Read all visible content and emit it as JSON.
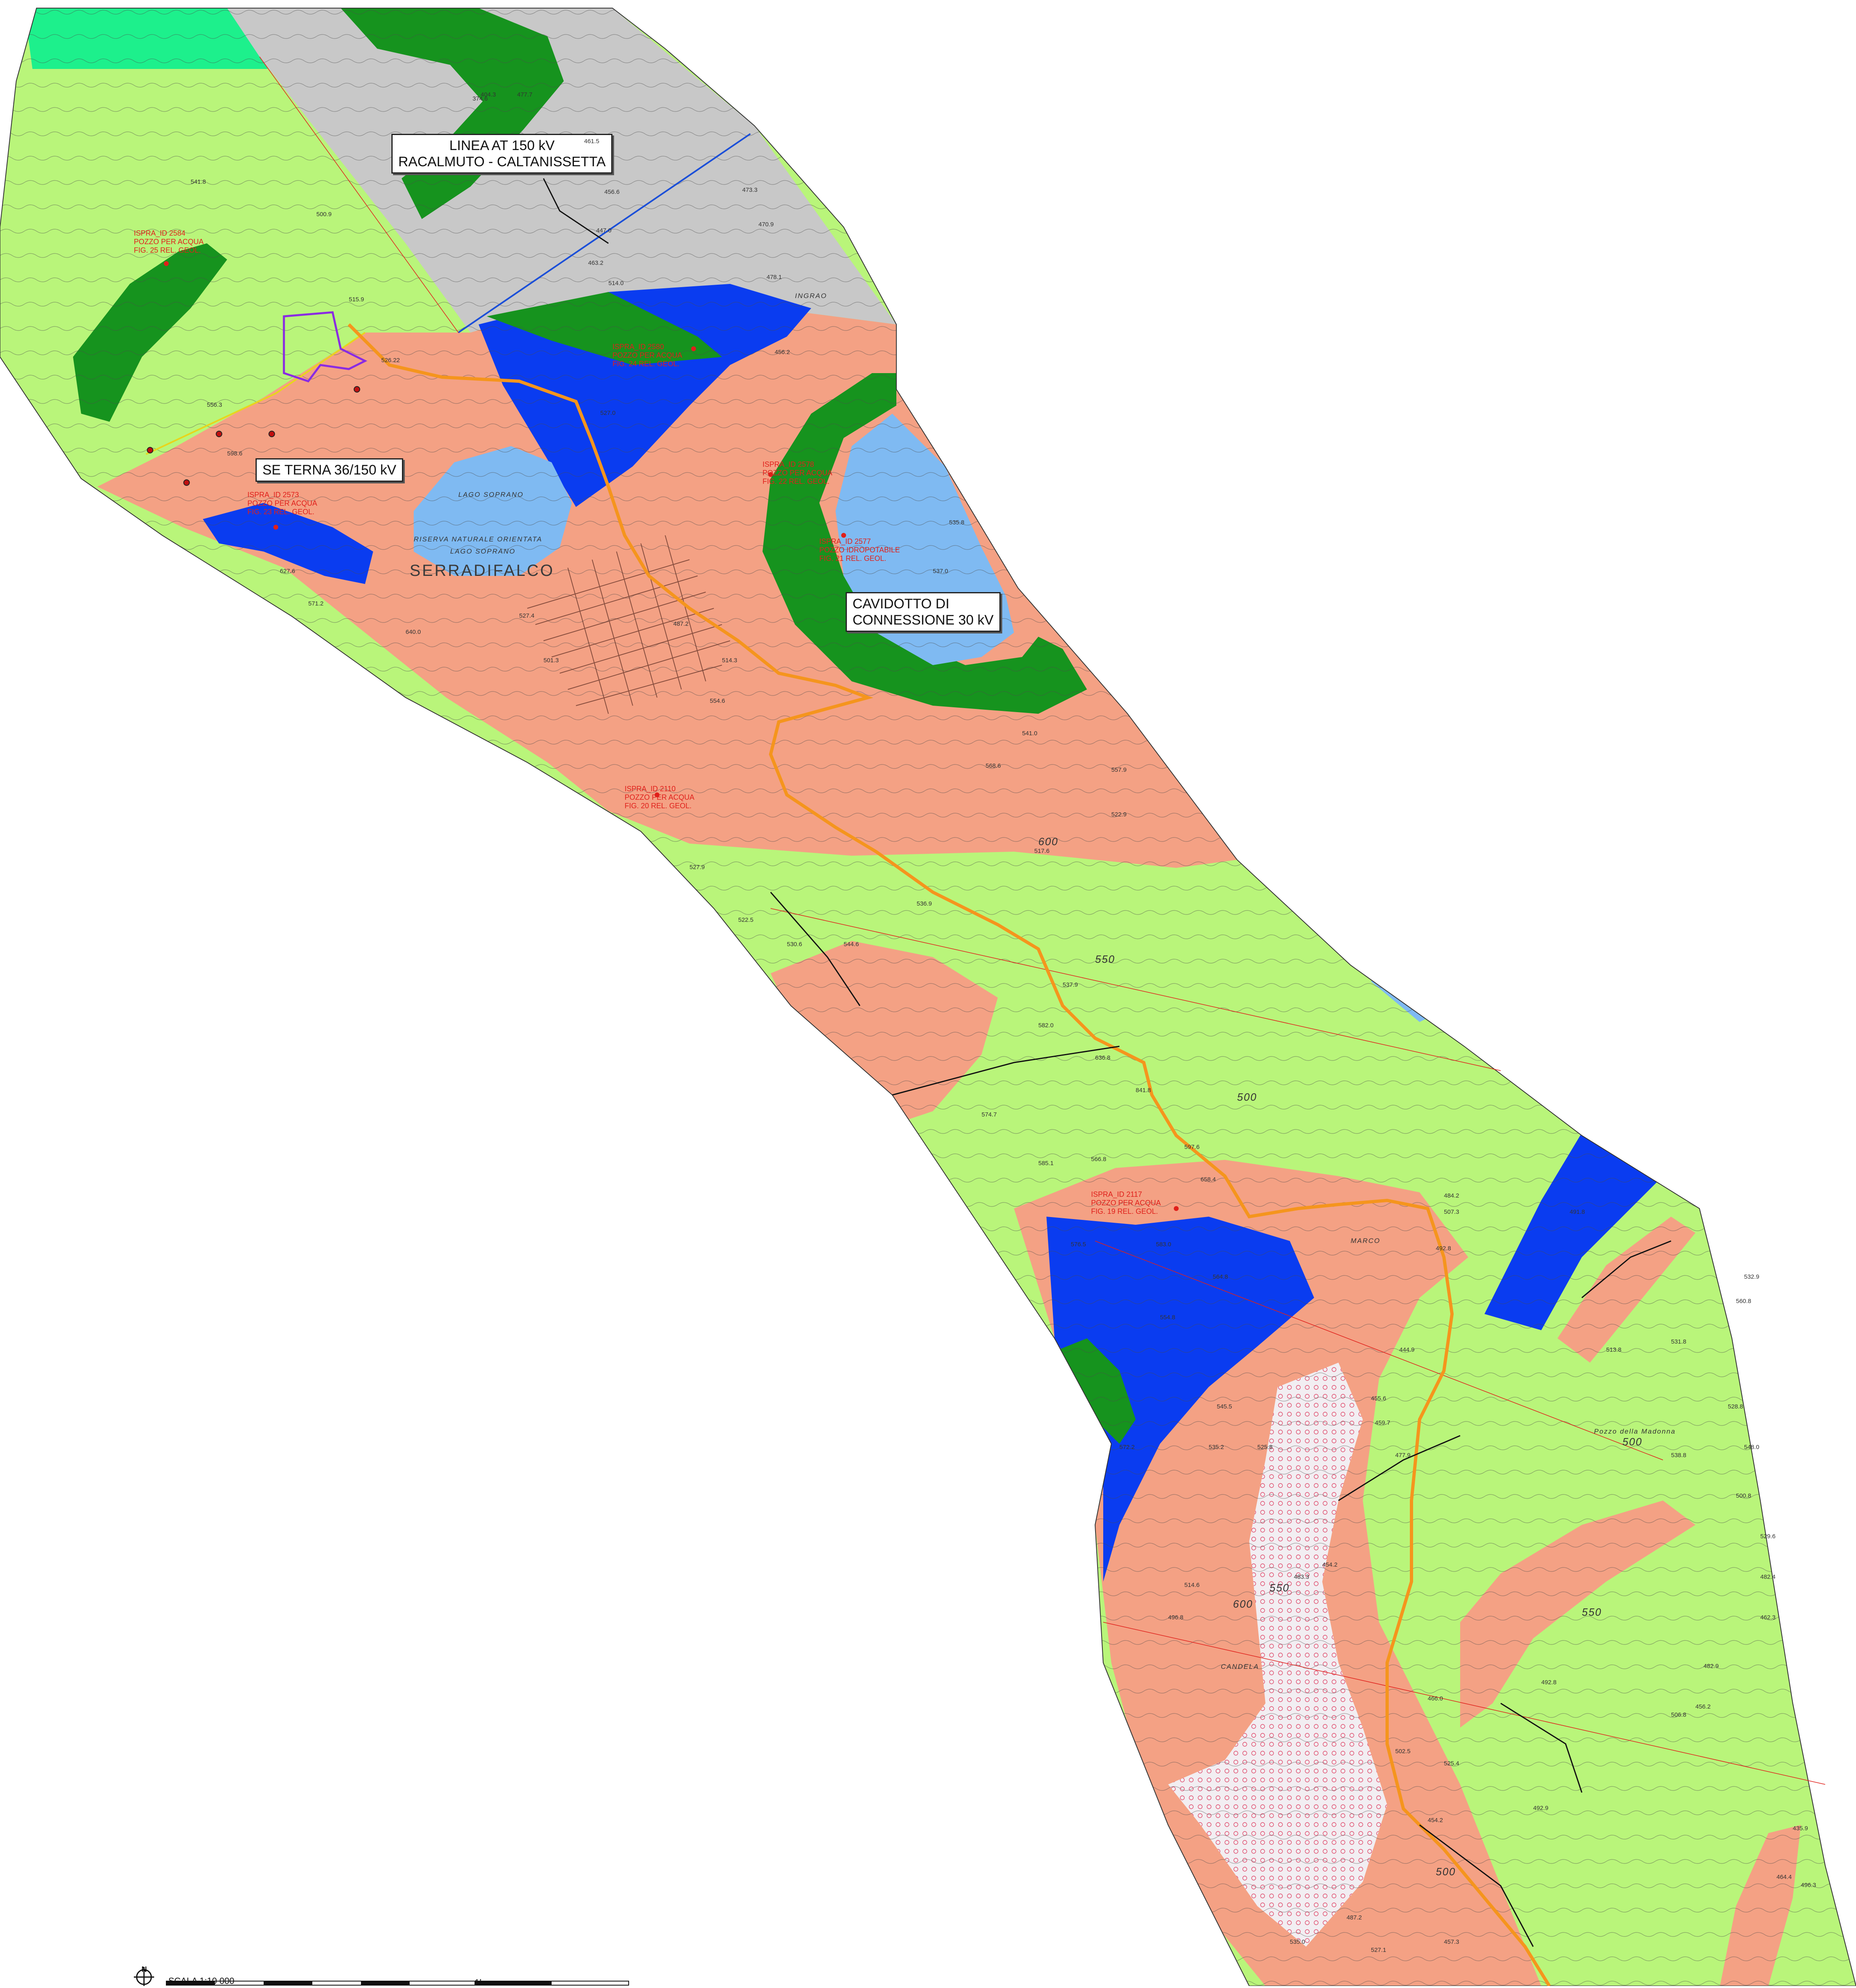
{
  "colors": {
    "light_green": "#b9f57a",
    "dark_green": "#16931e",
    "blue": "#0a3cf0",
    "light_blue": "#7fbaf2",
    "salmon": "#f4a184",
    "gray": "#c8c8c8",
    "teal_green": "#1df08c",
    "hatch_white": "#f2eef2",
    "route_orange": "#f5951d",
    "line_blue": "#1b4fd8",
    "contour": "#4a4a4a",
    "road": "#111111",
    "ispra_red": "#e0201b",
    "substation_purple": "#8a2be2"
  },
  "callouts": {
    "linea_at": [
      "LINEA AT 150 kV",
      "RACALMUTO - CALTANISSETTA"
    ],
    "se_terna": [
      "SE TERNA 36/150 kV"
    ],
    "cavidotto": [
      "CAVIDOTTO DI",
      "CONNESSIONE 30 kV"
    ]
  },
  "labels": {
    "town": "SERRADIFALCO",
    "lago": "LAGO   SOPRANO",
    "riserva": "RISERVA   NATURALE   ORIENTATA",
    "lago2": "LAGO   SOPRANO",
    "marco": "MARCO",
    "candela": "CANDELA",
    "ingrao": "INGRAO",
    "pozzo_madonna": "Pozzo  della  Madonna"
  },
  "ispra_points": [
    {
      "id": "ispra-2584",
      "lines": [
        "ISPRA_ID 2584",
        "POZZO PER ACQUA",
        "FIG. 25 REL. GEOL."
      ]
    },
    {
      "id": "ispra-2580",
      "lines": [
        "ISPRA_ID 2580",
        "POZZO PER ACQUA",
        "FIG. 24 REL. GEOL."
      ]
    },
    {
      "id": "ispra-2573",
      "lines": [
        "ISPRA_ID 2573",
        "POZZO PER ACQUA",
        "FIG. 23 REL. GEOL."
      ]
    },
    {
      "id": "ispra-2578",
      "lines": [
        "ISPRA_ID 2578",
        "POZZO PER ACQUA",
        "FIG. 22 REL. GEOL."
      ]
    },
    {
      "id": "ispra-2577",
      "lines": [
        "ISPRA_ID 2577",
        "POZZO IDROPOTABILE",
        "FIG. 21 REL. GEOL."
      ]
    },
    {
      "id": "ispra-2110",
      "lines": [
        "ISPRA_ID 2110",
        "POZZO PER ACQUA",
        "FIG. 20 REL. GEOL."
      ]
    },
    {
      "id": "ispra-2117",
      "lines": [
        "ISPRA_ID 2117",
        "POZZO PER ACQUA",
        "FIG. 19 REL. GEOL."
      ]
    }
  ],
  "elevations": [
    "374.6",
    "404.3",
    "477.7",
    "461.5",
    "456.6",
    "447.0",
    "463.2",
    "514.0",
    "473.3",
    "470.9",
    "478.1",
    "456.2",
    "527.0",
    "541.8",
    "500.9",
    "515.9",
    "526.22",
    "556.3",
    "598.6",
    "627.6",
    "571.2",
    "640.0",
    "527.4",
    "501.3",
    "487.2",
    "514.3",
    "554.6",
    "535.8",
    "537.0",
    "541.0",
    "568.6",
    "557.9",
    "517.6",
    "522.9",
    "527.9",
    "522.5",
    "530.6",
    "536.9",
    "544.6",
    "537.9",
    "582.0",
    "636.8",
    "841.8",
    "574.7",
    "585.1",
    "566.8",
    "597.6",
    "658.4",
    "583.0",
    "576.5",
    "564.8",
    "554.8",
    "545.5",
    "572.2",
    "535.2",
    "525.8",
    "514.6",
    "496.8",
    "483.3",
    "454.2",
    "459.7",
    "477.9",
    "455.6",
    "444.9",
    "492.8",
    "507.3",
    "484.2",
    "491.8",
    "513.8",
    "531.8",
    "560.8",
    "532.9",
    "528.8",
    "548.0",
    "538.8",
    "529.6",
    "500.8",
    "482.4",
    "462.3",
    "482.9",
    "456.2",
    "506.8",
    "492.8",
    "525.4",
    "502.5",
    "466.0",
    "454.2",
    "435.9",
    "464.4",
    "496.3",
    "492.9",
    "457.3",
    "487.2",
    "535.0",
    "527.1"
  ],
  "contour_labels": [
    "550",
    "600",
    "500",
    "550",
    "600",
    "500",
    "550",
    "500"
  ],
  "scale": {
    "label": "SCALA 1:10 000",
    "km_label": "1km",
    "north": "N"
  }
}
